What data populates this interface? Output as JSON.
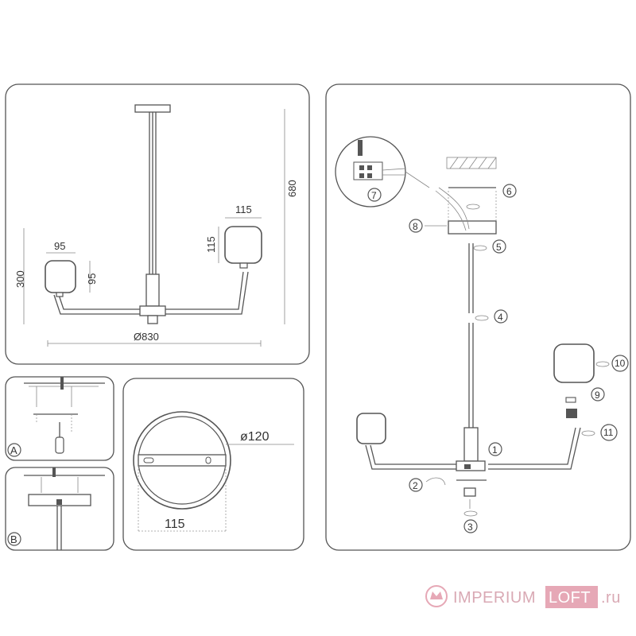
{
  "dimensions": {
    "height_total": "680",
    "height_arms": "300",
    "diameter": "Ø830",
    "shade_small_w": "95",
    "shade_small_h": "95",
    "shade_large_w": "115",
    "shade_large_h": "115",
    "canopy_diameter": "ø120",
    "canopy_mount": "115"
  },
  "labels": {
    "step_a": "A",
    "step_b": "B"
  },
  "steps": [
    "1",
    "2",
    "3",
    "4",
    "5",
    "6",
    "7",
    "8",
    "9",
    "10",
    "11"
  ],
  "watermark": {
    "brand_left": "IMPERIUM",
    "brand_right": "LOFT",
    "tld": ".ru"
  }
}
